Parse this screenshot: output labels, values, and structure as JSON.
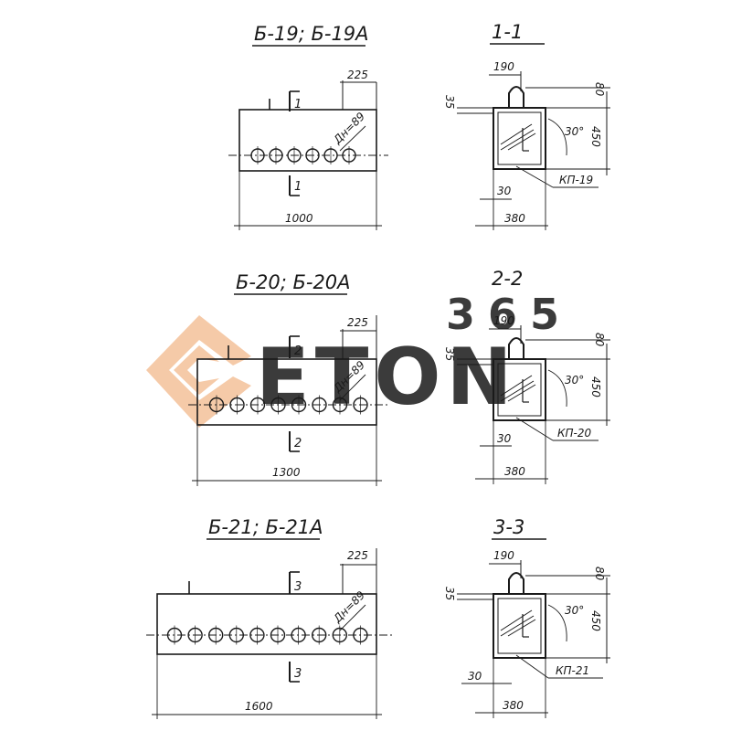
{
  "watermark": {
    "number": "365",
    "word": "ETON",
    "number_color": "#f6c9a4",
    "word_color": "#d5d5d5",
    "logo_color": "#f4c19a"
  },
  "blocks": [
    {
      "title": "Б-19; Б-19А",
      "overall_length": "1000",
      "end_offset": "225",
      "hole_label": "Дн=89",
      "cut_mark": "1",
      "hole_count": 6,
      "section": {
        "title": "1-1",
        "top_width": "190",
        "top_height": "80",
        "cover": "35",
        "angle": "30°",
        "height": "450",
        "bottom_cover": "30",
        "width": "380",
        "cage_label": "КП-19"
      }
    },
    {
      "title": "Б-20; Б-20А",
      "overall_length": "1300",
      "end_offset": "225",
      "hole_label": "Дн=89",
      "cut_mark": "2",
      "hole_count": 8,
      "section": {
        "title": "2-2",
        "top_width": "190",
        "top_height": "80",
        "cover": "35",
        "angle": "30°",
        "height": "450",
        "bottom_cover": "30",
        "width": "380",
        "cage_label": "КП-20"
      }
    },
    {
      "title": "Б-21; Б-21А",
      "overall_length": "1600",
      "end_offset": "225",
      "hole_label": "Дн=89",
      "cut_mark": "3",
      "hole_count": 10,
      "section": {
        "title": "3-3",
        "top_width": "190",
        "top_height": "80",
        "cover": "35",
        "angle": "30°",
        "height": "450",
        "bottom_cover": "30",
        "width": "380",
        "cage_label": "КП-21"
      }
    }
  ]
}
